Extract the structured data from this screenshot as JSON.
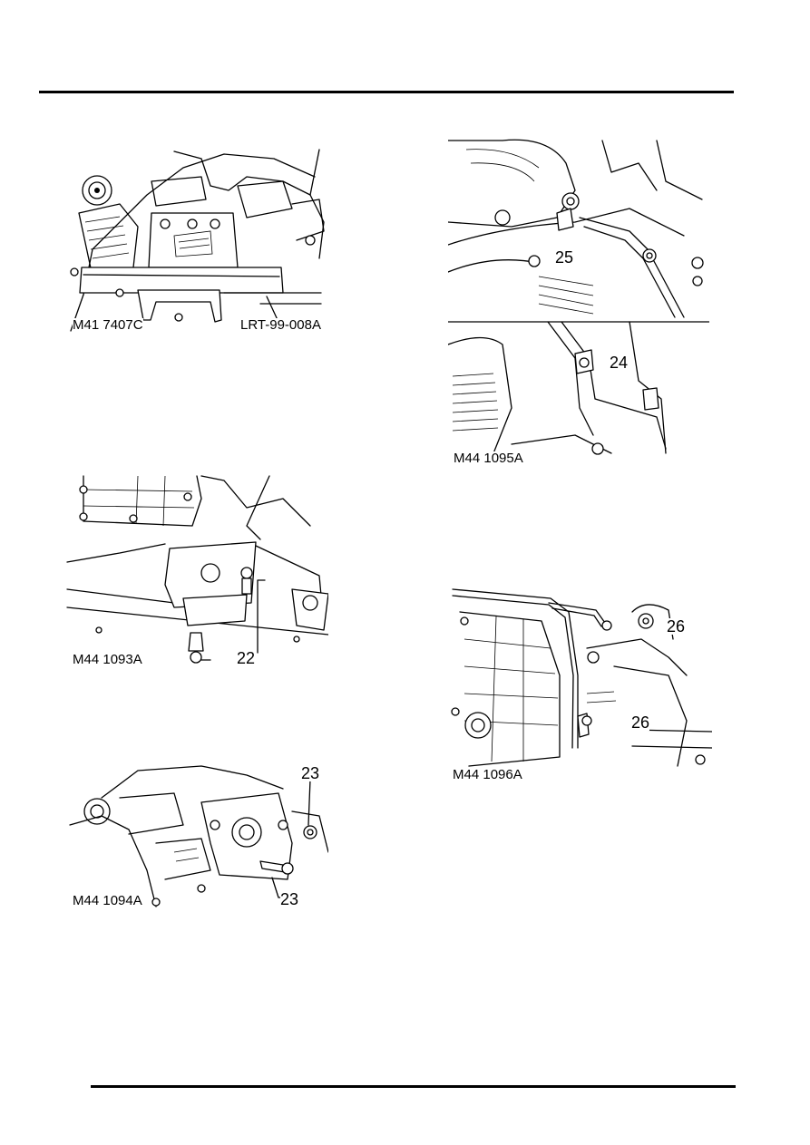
{
  "figures": [
    {
      "id": "M41 7407C",
      "captions": [
        "LRT-99-008A"
      ]
    },
    {
      "id": "M44 1093A",
      "callouts": [
        "22"
      ]
    },
    {
      "id": "M44 1094A",
      "callouts": [
        "23",
        "23"
      ]
    },
    {
      "id": "M44 1095A",
      "callouts": [
        "25",
        "24"
      ]
    },
    {
      "id": "M44 1096A",
      "callouts": [
        "26",
        "26"
      ]
    }
  ]
}
